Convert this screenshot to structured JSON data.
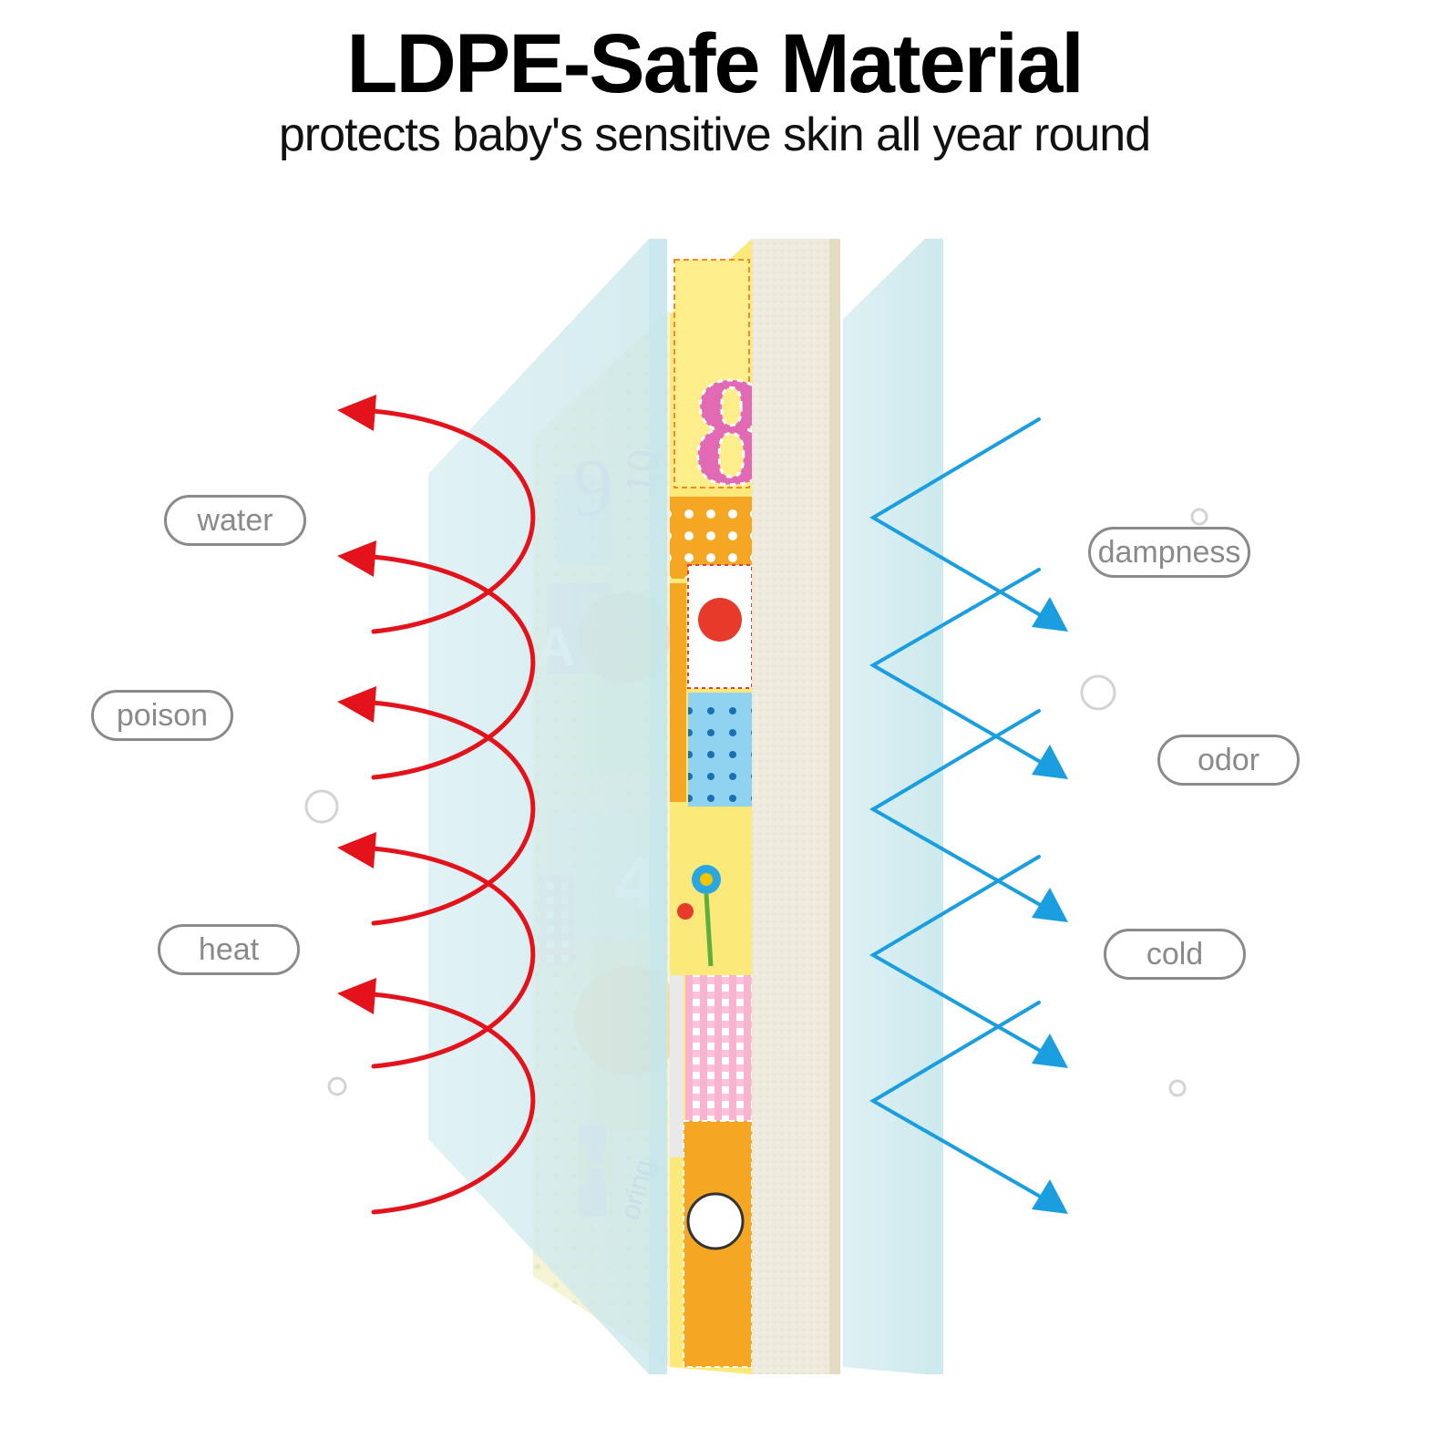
{
  "heading": {
    "title": "LDPE-Safe Material",
    "subtitle": "protects baby's sensitive skin all year round"
  },
  "mat_print": {
    "numbers": [
      "8",
      "9",
      "10",
      "4"
    ],
    "letters": [
      "A",
      "H"
    ],
    "caption": "oring"
  },
  "labels": {
    "left": [
      "water",
      "poison",
      "heat"
    ],
    "right": [
      "dampness",
      "odor",
      "cold"
    ]
  },
  "colors": {
    "outward_arrows": "#e3121b",
    "blocked_arrows": "#1a9ee0",
    "film": "#cfe9ee",
    "foam": "#efebdc",
    "label_outline": "#8a8a8a"
  },
  "icons": {
    "outward": "curved-arrow-icon",
    "blocked": "zigzag-arrow-icon",
    "bubble": "bubble-icon"
  }
}
